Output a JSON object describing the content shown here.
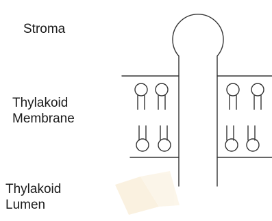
{
  "labels": {
    "stroma": "Stroma",
    "membrane_line1": "Thylakoid",
    "membrane_line2": "Membrane",
    "lumen_line1": "Thylakoid",
    "lumen_line2": "Lumen"
  },
  "colors": {
    "stroke": "#333333",
    "watermark": "#f7e6c8"
  }
}
